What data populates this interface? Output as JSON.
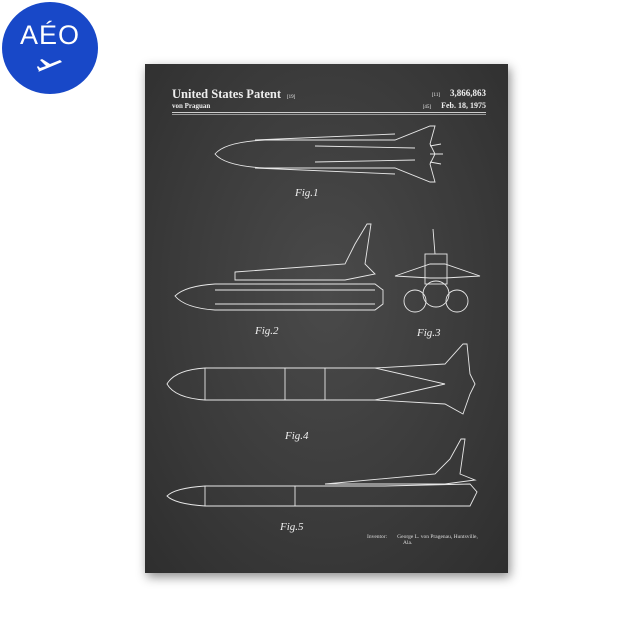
{
  "logo": {
    "text": "AÉO",
    "icon": "airplane-icon",
    "color": "#1848c8"
  },
  "poster": {
    "title": "United States Patent",
    "title_code": "[19]",
    "inventor_short": "von Praguan",
    "number_code": "[11]",
    "number": "3,866,863",
    "date_code": "[45]",
    "date": "Feb. 18, 1975",
    "figures": [
      "Fig.1",
      "Fig.2",
      "Fig.3",
      "Fig.4",
      "Fig.5"
    ],
    "inventor_label": "Inventor:",
    "inventor_full": "George L. von Pragenau, Huntsville,",
    "inventor_state": "Ala.",
    "background": "#3a3a3a",
    "ink": "#ffffff"
  }
}
